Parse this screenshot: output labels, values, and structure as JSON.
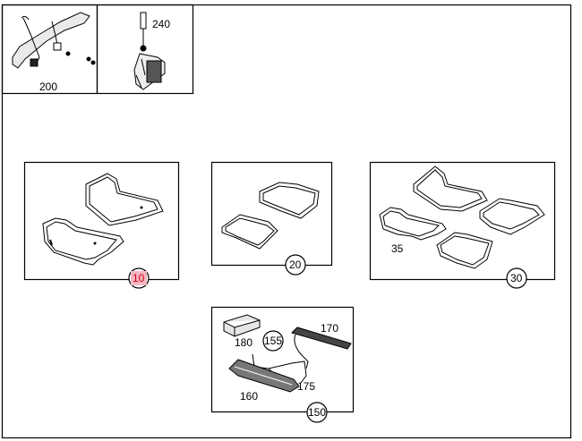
{
  "callouts": {
    "c200": "200",
    "c240": "240",
    "c10": "10",
    "c20": "20",
    "c30": "30",
    "c35": "35",
    "c150": "150",
    "c155": "155",
    "c160": "160",
    "c170": "170",
    "c175": "175",
    "c180": "180"
  },
  "colors": {
    "highlight_fill": "#f4b6c0",
    "highlight_text": "#d0021b",
    "line": "#000000"
  },
  "selected_callout": "10"
}
